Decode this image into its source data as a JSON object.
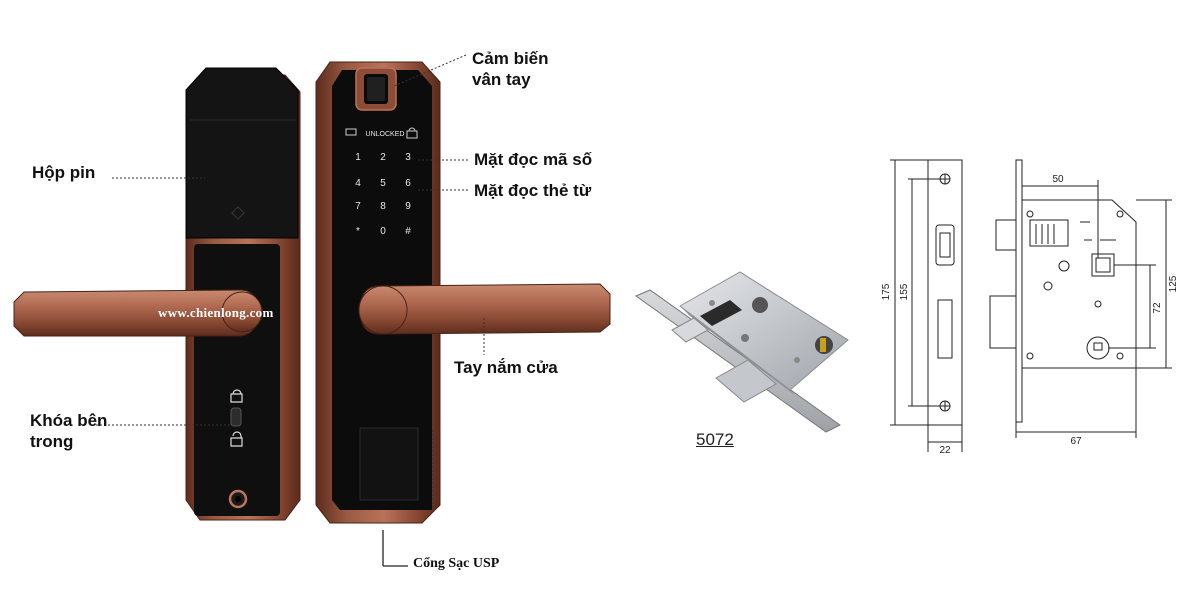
{
  "labels": {
    "battery_box": "Hộp pin",
    "fingerprint_sensor_line1": "Cảm biến",
    "fingerprint_sensor_line2": "vân tay",
    "keypad": "Mặt đọc mã số",
    "card_reader": "Mặt đọc thẻ từ",
    "door_handle": "Tay nắm cửa",
    "inner_lock_line1": "Khóa bên",
    "inner_lock_line2": "trong",
    "charging_port": "Cổng Sạc USP"
  },
  "watermark": "www.chienlong.com",
  "lock_screen": {
    "status": "UNLOCKED",
    "keys": [
      "1",
      "2",
      "3",
      "4",
      "5",
      "6",
      "7",
      "8",
      "9",
      "*",
      "0",
      "#"
    ]
  },
  "mortise": {
    "model": "5072"
  },
  "dimensions": {
    "front_height": "175",
    "front_inner": "155",
    "faceplate_width": "22",
    "backset": "50",
    "body_height": "125",
    "spindle_to_key": "72",
    "body_depth": "67"
  },
  "colors": {
    "copper": "#8a4a34",
    "panel": "#0d0d0d",
    "steel": "#c9ccd0"
  }
}
